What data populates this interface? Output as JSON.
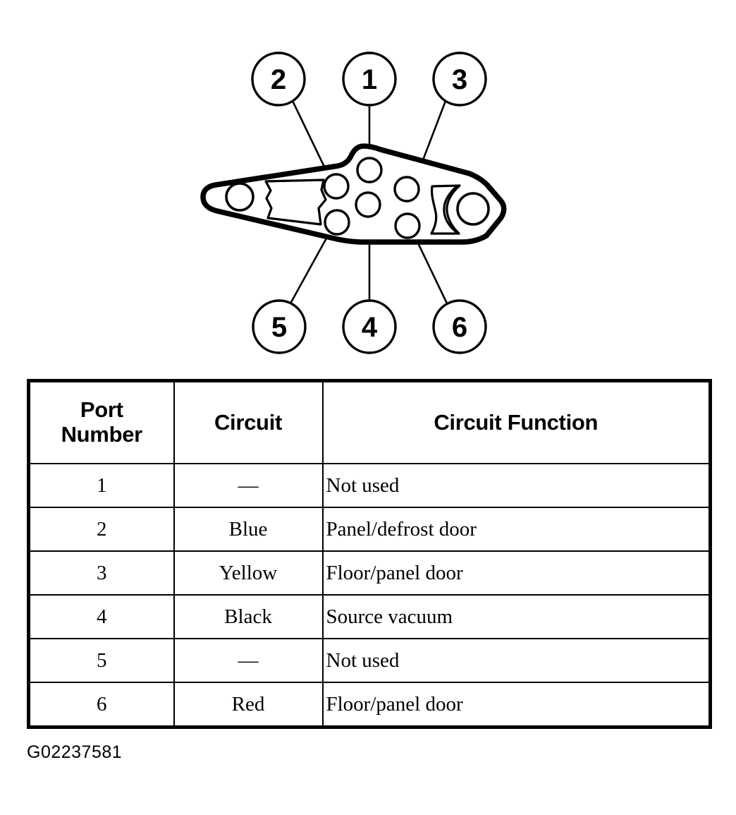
{
  "figure": {
    "caption": "G02237581",
    "component_name": "vacuum-motor-port-plate",
    "callouts": [
      {
        "label": "1",
        "position": "top-center"
      },
      {
        "label": "2",
        "position": "top-left"
      },
      {
        "label": "3",
        "position": "top-right"
      },
      {
        "label": "4",
        "position": "bottom-center"
      },
      {
        "label": "5",
        "position": "bottom-left"
      },
      {
        "label": "6",
        "position": "bottom-right"
      }
    ],
    "ports": [
      {
        "id": "1"
      },
      {
        "id": "2"
      },
      {
        "id": "3"
      },
      {
        "id": "4"
      },
      {
        "id": "5"
      },
      {
        "id": "6"
      }
    ]
  },
  "table": {
    "headers": {
      "port_number": "Port\nNumber",
      "port_number_line1": "Port",
      "port_number_line2": "Number",
      "circuit": "Circuit",
      "circuit_function": "Circuit Function"
    },
    "rows": [
      {
        "port": "1",
        "circuit": "—",
        "function": "Not used"
      },
      {
        "port": "2",
        "circuit": "Blue",
        "function": "Panel/defrost door"
      },
      {
        "port": "3",
        "circuit": "Yellow",
        "function": "Floor/panel door"
      },
      {
        "port": "4",
        "circuit": "Black",
        "function": "Source vacuum"
      },
      {
        "port": "5",
        "circuit": "—",
        "function": "Not used"
      },
      {
        "port": "6",
        "circuit": "Red",
        "function": "Floor/panel door"
      }
    ]
  },
  "colors": {
    "ink": "#000000",
    "paper": "#ffffff"
  }
}
